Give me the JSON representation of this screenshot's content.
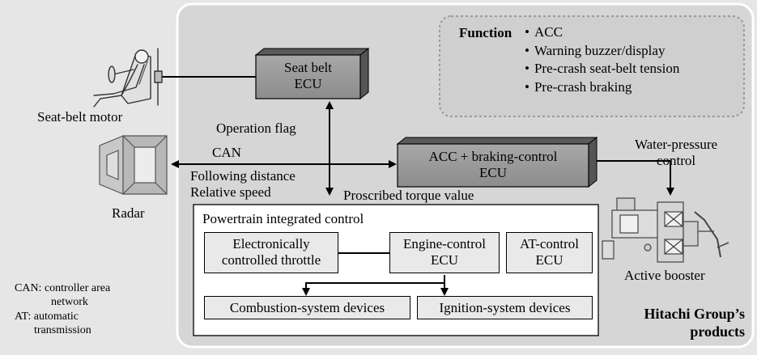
{
  "seatbelt_motor": {
    "label": "Seat-belt motor"
  },
  "seatbelt_ecu": {
    "line1": "Seat belt",
    "line2": "ECU"
  },
  "function_box": {
    "heading": "Function",
    "items": [
      "ACC",
      "Warning buzzer/display",
      "Pre-crash seat-belt tension",
      "Pre-crash braking"
    ]
  },
  "operation_flag": "Operation flag",
  "can_label": "CAN",
  "following_distance": "Following distance",
  "relative_speed": "Relative speed",
  "proscribed_torque": "Proscribed torque value",
  "radar": {
    "label": "Radar"
  },
  "acc_ecu": {
    "line1": "ACC + braking-control",
    "line2": "ECU"
  },
  "water_pressure": {
    "line1": "Water-pressure",
    "line2": "control"
  },
  "active_booster": {
    "label": "Active booster"
  },
  "powertrain": {
    "title": "Powertrain integrated control",
    "throttle": {
      "line1": "Electronically",
      "line2": "controlled throttle"
    },
    "engine_ecu": {
      "line1": "Engine-control",
      "line2": "ECU"
    },
    "at_ecu": {
      "line1": "AT-control",
      "line2": "ECU"
    },
    "combustion": "Combustion-system devices",
    "ignition": "Ignition-system devices"
  },
  "hitachi": {
    "line1": "Hitachi Group’s",
    "line2": "products"
  },
  "legend": {
    "can_line1": "CAN: controller area",
    "can_line2": "network",
    "at_line1": "AT: automatic",
    "at_line2": "transmission"
  },
  "colors": {
    "outer_bg": "#e6e6e6",
    "panel_bg": "#d4d4d4",
    "box_gray": "#8a8a8a",
    "function_bg": "#cfcfcf"
  }
}
